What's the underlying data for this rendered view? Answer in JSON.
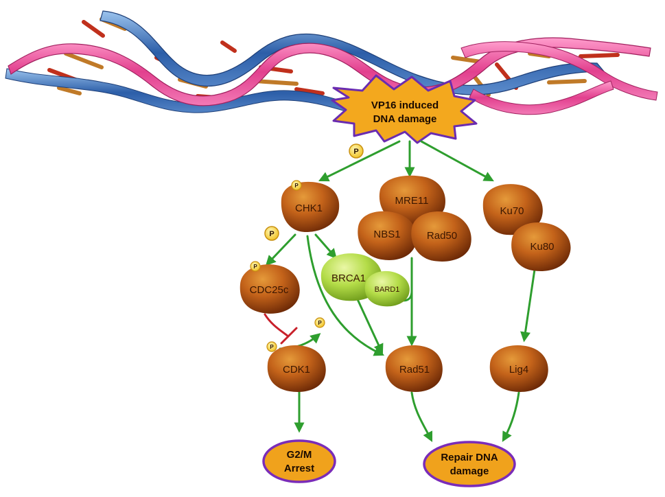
{
  "damage_label": {
    "line1": "VP16 induced",
    "line2": "DNA damage"
  },
  "nodes": {
    "chk1": "CHK1",
    "mre11": "MRE11",
    "nbs1": "NBS1",
    "rad50": "Rad50",
    "ku70": "Ku70",
    "ku80": "Ku80",
    "brca1": "BRCA1",
    "bard1": "BARD1",
    "cdc25c": "CDC25c",
    "cdk1": "CDK1",
    "rad51": "Rad51",
    "lig4": "Lig4"
  },
  "outcomes": {
    "arrest": {
      "line1": "G2/M",
      "line2": "Arrest"
    },
    "repair": {
      "line1": "Repair DNA",
      "line2": "damage"
    }
  },
  "phospho_label": "P",
  "colors": {
    "protein_orange": "#b85410",
    "protein_highlight": "#d98a2a",
    "brca_green": "#a9d63a",
    "arrow_green": "#2e9e2e",
    "inhibit_red": "#c8202a",
    "starburst_fill": "#f3a81e",
    "starburst_stroke": "#6a2cb0",
    "outcome_fill": "#f0a21c",
    "outcome_stroke": "#7a2cb8",
    "dna_pink": "#e8509a",
    "dna_blue": "#2a5aa8"
  }
}
